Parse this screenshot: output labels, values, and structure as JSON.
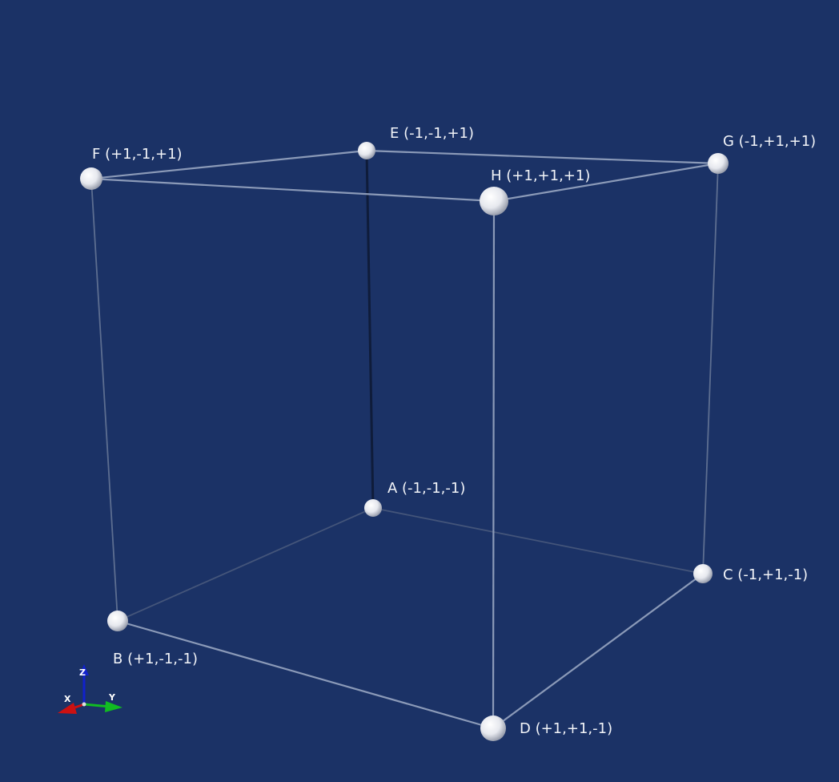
{
  "colors": {
    "background": "#1b3266",
    "edge_front": "#8b9ab8",
    "edge_back": "#5d6e90",
    "edge_hidden": "#0f1c3a",
    "vertex": "#ffffff",
    "label": "#f2f4f8",
    "axis_x": "#cc1111",
    "axis_y": "#11bb22",
    "axis_z": "#1122cc"
  },
  "vertices": [
    {
      "id": "A",
      "label": "A (-1,-1,-1)"
    },
    {
      "id": "B",
      "label": "B (+1,-1,-1)"
    },
    {
      "id": "C",
      "label": "C (-1,+1,-1)"
    },
    {
      "id": "D",
      "label": "D (+1,+1,-1)"
    },
    {
      "id": "E",
      "label": "E (-1,-1,+1)"
    },
    {
      "id": "F",
      "label": "F (+1,-1,+1)"
    },
    {
      "id": "G",
      "label": "G (-1,+1,+1)"
    },
    {
      "id": "H",
      "label": "H (+1,+1,+1)"
    }
  ],
  "edges": [
    {
      "from": "A",
      "to": "B"
    },
    {
      "from": "A",
      "to": "C"
    },
    {
      "from": "A",
      "to": "E"
    },
    {
      "from": "B",
      "to": "D"
    },
    {
      "from": "B",
      "to": "F"
    },
    {
      "from": "C",
      "to": "D"
    },
    {
      "from": "C",
      "to": "G"
    },
    {
      "from": "D",
      "to": "H"
    },
    {
      "from": "E",
      "to": "F"
    },
    {
      "from": "E",
      "to": "G"
    },
    {
      "from": "F",
      "to": "H"
    },
    {
      "from": "G",
      "to": "H"
    }
  ],
  "axes": {
    "x": "X",
    "y": "Y",
    "z": "Z"
  }
}
